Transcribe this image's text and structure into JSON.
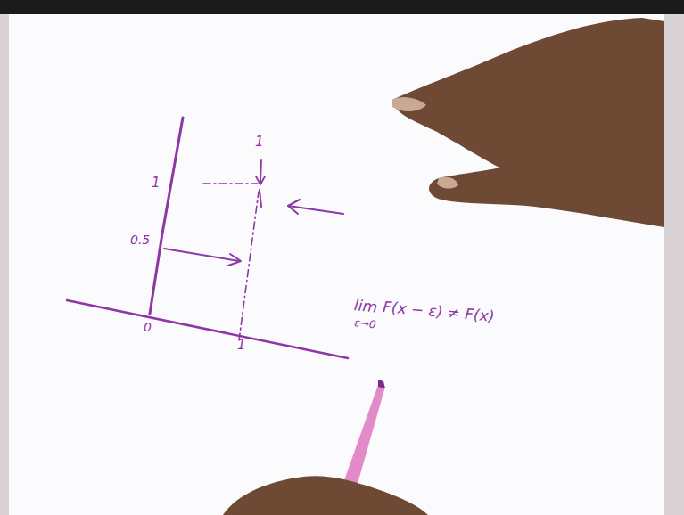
{
  "diagram": {
    "labels": [
      "1",
      "1",
      "0.5",
      "0",
      "1",
      "lim",
      "ε→0",
      "F(x − ε) ≠ F(x)"
    ]
  }
}
